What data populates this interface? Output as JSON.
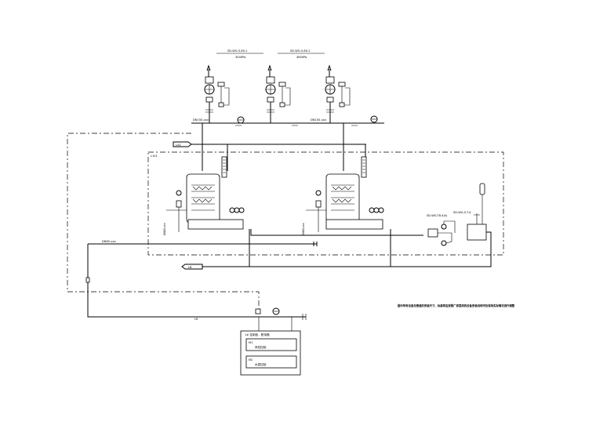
{
  "diagram": {
    "fan_labels": [
      "SD-WG-S-80-1",
      "SD-WG-S-80-2"
    ],
    "fan_sublabels": [
      "3000Pa",
      "3600Pa"
    ],
    "header_pipe_labels": [
      "DN150-xxx",
      "DN150-xxx"
    ],
    "area_label": "L101",
    "tag_inlet": "LA1",
    "tag_return": "LB",
    "tag_bottom": "LR",
    "pump_label": "SD-WG-T8-4(k)",
    "pump_label_right": "SD-WG-S-T-4",
    "loop_labels": [
      "DN80-xxx",
      "DN80-xxx"
    ],
    "left_pipe_label": "DN65-xxx",
    "note": "图中所有设备及管道的安装尺寸、标高等应按照厂家提供的设备安装说明书及现场实际情况进行调整",
    "control_box": {
      "title": "1# 控制柜 - 配电箱",
      "items": [
        {
          "code": "M1",
          "text": "风机控制"
        },
        {
          "code": "M2",
          "text": "水泵控制"
        }
      ]
    }
  }
}
